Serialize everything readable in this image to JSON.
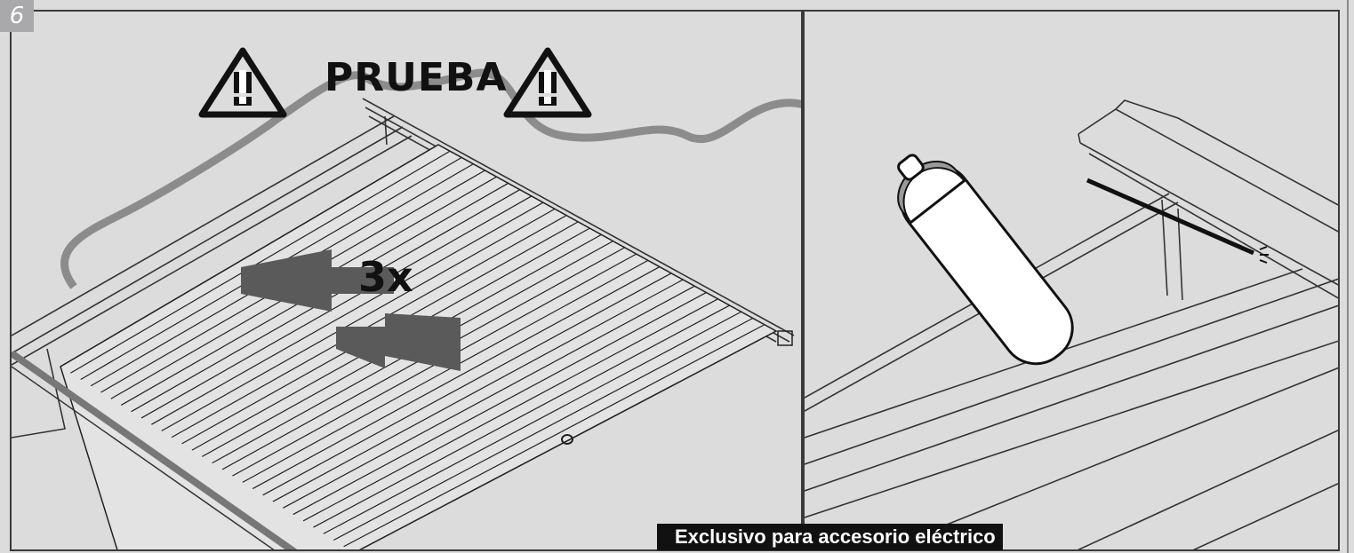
{
  "step": {
    "number": "6"
  },
  "left_panel": {
    "title": "PRUEBA",
    "repetition": "3x"
  },
  "footer": {
    "label": "Exclusivo para accesorio eléctrico"
  },
  "icons": {
    "warning_left": "warning-triangle-icon",
    "warning_right": "warning-triangle-icon",
    "spray_can": "lubricant-spray-can-icon",
    "arrows": "move-back-and-forth-arrows"
  },
  "colors": {
    "background": "#dcdcdd",
    "ink": "#111111",
    "arrow": "#5a5a5a",
    "badge": "#a9a9ab"
  }
}
